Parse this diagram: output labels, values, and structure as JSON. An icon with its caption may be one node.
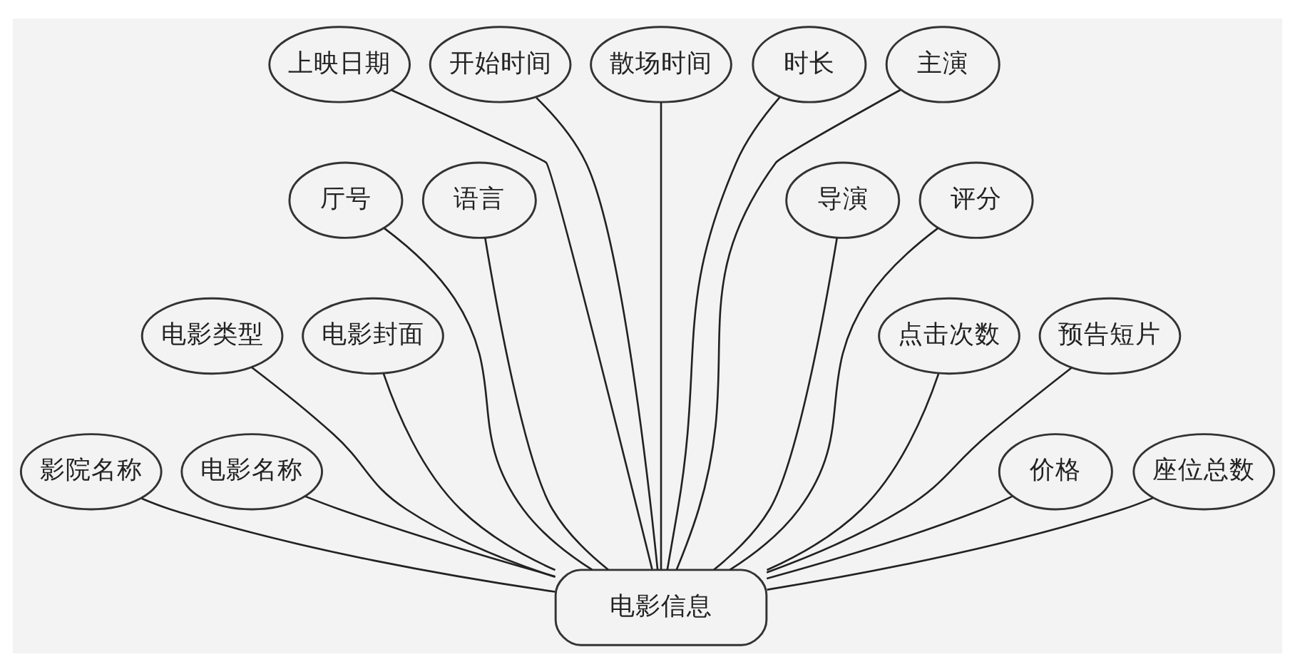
{
  "diagram": {
    "nodes": [
      {
        "text": [
          "电影信息"
        ]
      },
      {
        "text": [
          "影院名称"
        ]
      },
      {
        "text": [
          "电影名称"
        ]
      },
      {
        "text": [
          "电影类型"
        ]
      },
      {
        "text": [
          "电影封面"
        ]
      },
      {
        "text": [
          "厅号"
        ]
      },
      {
        "text": [
          "语言"
        ]
      },
      {
        "text": [
          "上映日期"
        ]
      },
      {
        "text": [
          "开始时间"
        ]
      },
      {
        "text": [
          "散场时间"
        ]
      },
      {
        "text": [
          "时长"
        ]
      },
      {
        "text": [
          "主演"
        ]
      },
      {
        "text": [
          "导演"
        ]
      },
      {
        "text": [
          "评分"
        ]
      },
      {
        "text": [
          "点击次数"
        ]
      },
      {
        "text": [
          "预告短片"
        ]
      },
      {
        "text": [
          "价格"
        ]
      },
      {
        "text": [
          "座位总数"
        ]
      }
    ],
    "edges": [
      {
        "from": 0,
        "to": 1,
        "arrow": "none"
      },
      {
        "from": 0,
        "to": 2,
        "arrow": "none"
      },
      {
        "from": 0,
        "to": 3,
        "arrow": "none"
      },
      {
        "from": 0,
        "to": 4,
        "arrow": "none"
      },
      {
        "from": 0,
        "to": 5,
        "arrow": "none"
      },
      {
        "from": 0,
        "to": 6,
        "arrow": "none"
      },
      {
        "from": 0,
        "to": 7,
        "arrow": "none"
      },
      {
        "from": 0,
        "to": 8,
        "arrow": "none"
      },
      {
        "from": 0,
        "to": 9,
        "arrow": "none"
      },
      {
        "from": 0,
        "to": 10,
        "arrow": "none"
      },
      {
        "from": 0,
        "to": 11,
        "arrow": "none"
      },
      {
        "from": 0,
        "to": 12,
        "arrow": "none"
      },
      {
        "from": 0,
        "to": 13,
        "arrow": "none"
      },
      {
        "from": 0,
        "to": 14,
        "arrow": "none"
      },
      {
        "from": 0,
        "to": 15,
        "arrow": "none"
      },
      {
        "from": 0,
        "to": 16,
        "arrow": "none"
      },
      {
        "from": 0,
        "to": 17,
        "arrow": "none"
      }
    ]
  }
}
